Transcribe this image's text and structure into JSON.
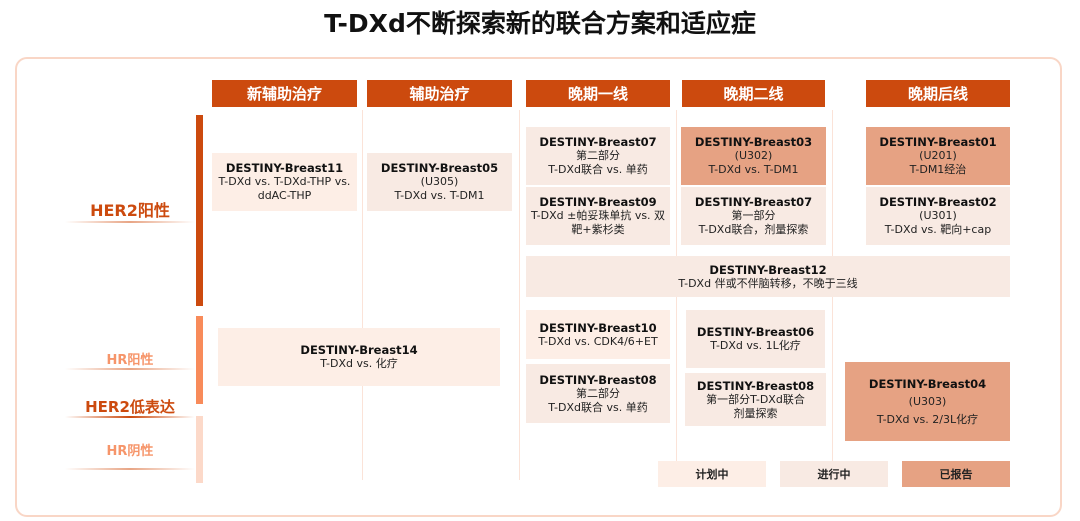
{
  "title": "T-DXd不断探索新的联合方案和适应症",
  "columns": [
    "新辅助治疗",
    "辅助治疗",
    "晚期一线",
    "晚期二线",
    "晚期后线"
  ],
  "rows": {
    "her2_pos": "HER2阳性",
    "hr_pos": "HR阳性",
    "her2_low": "HER2低表达",
    "hr_neg": "HR阴性"
  },
  "trials": {
    "db11": {
      "name": "DESTINY-Breast11",
      "lines": [
        "T-DXd vs. T-DXd-THP vs.",
        "ddAC-THP"
      ]
    },
    "db05": {
      "name": "DESTINY-Breast05",
      "lines": [
        "(U305)",
        "T-DXd vs. T-DM1"
      ]
    },
    "db07b": {
      "name": "DESTINY-Breast07",
      "lines": [
        "第二部分",
        "T-DXd联合 vs. 单药"
      ]
    },
    "db09": {
      "name": "DESTINY-Breast09",
      "lines": [
        "T-DXd ±帕妥珠单抗 vs. 双",
        "靶+紫杉类"
      ]
    },
    "db03": {
      "name": "DESTINY-Breast03",
      "lines": [
        "(U302)",
        "T-DXd vs. T-DM1"
      ]
    },
    "db07a": {
      "name": "DESTINY-Breast07",
      "lines": [
        "第一部分",
        "T-DXd联合，剂量探索"
      ]
    },
    "db01": {
      "name": "DESTINY-Breast01",
      "lines": [
        "(U201)",
        "T-DM1经治"
      ]
    },
    "db02": {
      "name": "DESTINY-Breast02",
      "lines": [
        "(U301)",
        "T-DXd vs. 靶向+cap"
      ]
    },
    "db12": {
      "name": "DESTINY-Breast12",
      "lines": [
        "T-DXd 伴或不伴脑转移，不晚于三线"
      ]
    },
    "db14": {
      "name": "DESTINY-Breast14",
      "lines": [
        "T-DXd vs. 化疗"
      ]
    },
    "db10": {
      "name": "DESTINY-Breast10",
      "lines": [
        "T-DXd vs. CDK4/6+ET"
      ]
    },
    "db08b": {
      "name": "DESTINY-Breast08",
      "lines": [
        "第二部分",
        "T-DXd联合 vs. 单药"
      ]
    },
    "db06": {
      "name": "DESTINY-Breast06",
      "lines": [
        "T-DXd vs. 1L化疗"
      ]
    },
    "db08a": {
      "name": "DESTINY-Breast08",
      "lines": [
        "第一部分T-DXd联合",
        "剂量探索"
      ]
    },
    "db04": {
      "name": "DESTINY-Breast04",
      "lines": [
        "(U303)",
        "T-DXd vs. 2/3L化疗"
      ]
    }
  },
  "legend": {
    "planned": "计划中",
    "ongoing": "进行中",
    "reported": "已报告"
  },
  "colors": {
    "header": "#CC4A0E",
    "planned": "#FDEEE6",
    "ongoing": "#F8EAE3",
    "reported": "#E6A283"
  }
}
